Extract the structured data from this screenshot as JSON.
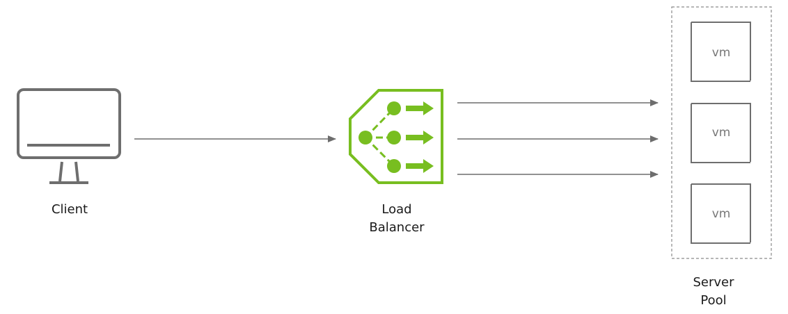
{
  "nodes": {
    "client": {
      "label": "Client"
    },
    "load_balancer": {
      "label_line1": "Load",
      "label_line2": "Balancer"
    },
    "server_pool": {
      "label_line1": "Server",
      "label_line2": "Pool",
      "vms": [
        {
          "label": "vm"
        },
        {
          "label": "vm"
        },
        {
          "label": "vm"
        }
      ]
    }
  },
  "colors": {
    "line": "#6d6d6d",
    "icon_gray": "#6e6e6e",
    "accent_green": "#78be20",
    "pool_border": "#8a8a8a"
  }
}
